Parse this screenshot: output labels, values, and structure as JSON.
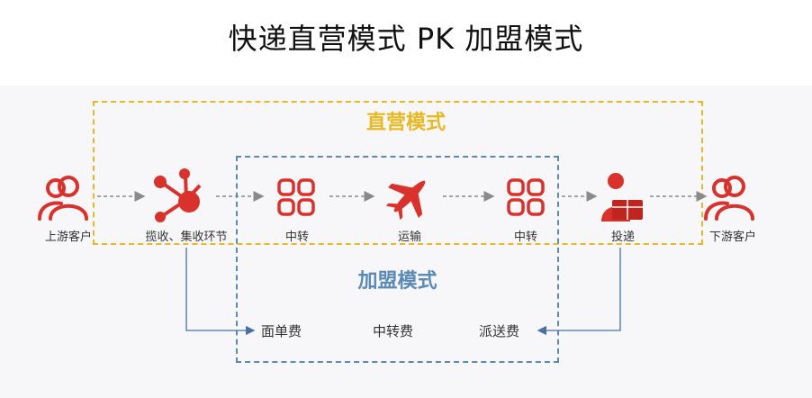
{
  "title": "快递直营模式 PK 加盟模式",
  "direct_label": "直营模式",
  "franchise_label": "加盟模式",
  "nodes": [
    {
      "label": "上游客户",
      "icon": "people-icon"
    },
    {
      "label": "揽收、集收环节",
      "icon": "hub-network-icon"
    },
    {
      "label": "中转",
      "icon": "grid-squares-icon"
    },
    {
      "label": "运输",
      "icon": "airplane-icon"
    },
    {
      "label": "中转",
      "icon": "grid-squares-icon"
    },
    {
      "label": "投递",
      "icon": "courier-package-icon"
    },
    {
      "label": "下游客户",
      "icon": "people-icon"
    }
  ],
  "fees": [
    "面单费",
    "中转费",
    "派送费"
  ],
  "colors": {
    "icon_red": "#d9312b",
    "direct_yellow": "#e8b923",
    "franchise_blue": "#5b8ab8",
    "arrow_gray": "#8a8a8a",
    "connector_blue": "#4a6fa5"
  }
}
